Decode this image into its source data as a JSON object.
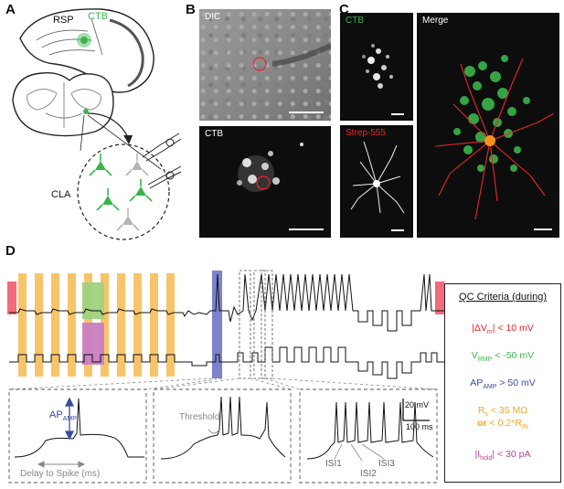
{
  "panel_labels": {
    "a": "A",
    "b": "B",
    "c": "C",
    "d": "D"
  },
  "panel_a": {
    "rsp": "RSP",
    "ctb": "CTB",
    "cla": "CLA"
  },
  "panel_b": {
    "dic": "DIC",
    "ctb": "CTB"
  },
  "panel_c": {
    "ctb": "CTB",
    "strep": "Strep-555",
    "merge": "Merge"
  },
  "traces": {
    "ap_amp_main": "AP",
    "ap_amp_sub": "AMP",
    "delay": "Delay to Spike (ms)",
    "threshold": "Threshold",
    "isi1": "ISI1",
    "isi2": "ISI2",
    "isi3": "ISI3",
    "scale_v": "20 mV",
    "scale_t": "100 ms"
  },
  "qc": {
    "title": "QC Criteria (during)",
    "c1": {
      "pre": "|ΔV",
      "sub": "m",
      "post": "| < 10 mV"
    },
    "c2": {
      "pre": "V",
      "sub": "RMP",
      "post": " < -50 mV"
    },
    "c3": {
      "pre": "AP",
      "sub": "AMP",
      "post": " > 50 mV"
    },
    "c4a": {
      "pre": "R",
      "sub": "s",
      "post": " < 35 MΩ"
    },
    "c4b": {
      "or": "or",
      "pre": " < 0.2*R",
      "sub": "IN"
    },
    "c5": {
      "pre": "|I",
      "sub": "hold",
      "post": "| < 30 pA"
    }
  },
  "colors": {
    "green": "#39b54a",
    "red": "#e8262b",
    "blue": "#3a4da0",
    "orange": "#f5a623",
    "magenta": "#b5479b",
    "stim_yellow": "#f8c46a",
    "pink": "#f26b7a",
    "purple_box": "#6f74c9"
  }
}
